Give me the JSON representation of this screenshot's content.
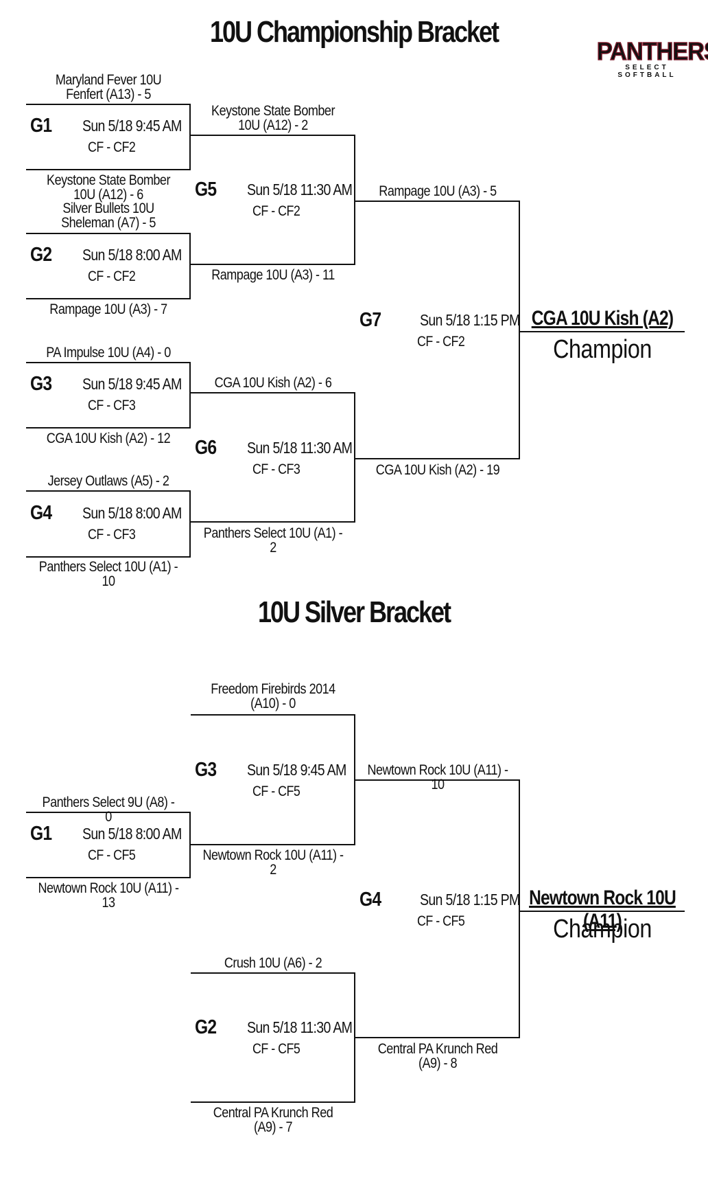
{
  "logo": {
    "word": "PANTHERS",
    "sub": "SELECT SOFTBALL",
    "accent": "#7a1a2a"
  },
  "championship": {
    "title": "10U Championship Bracket",
    "games": {
      "g1": {
        "id": "G1",
        "when": "Sun 5/18  9:45 AM",
        "field": "CF - CF2"
      },
      "g2": {
        "id": "G2",
        "when": "Sun 5/18  8:00 AM",
        "field": "CF - CF2"
      },
      "g3": {
        "id": "G3",
        "when": "Sun 5/18  9:45 AM",
        "field": "CF - CF3"
      },
      "g4": {
        "id": "G4",
        "when": "Sun 5/18  8:00 AM",
        "field": "CF - CF3"
      },
      "g5": {
        "id": "G5",
        "when": "Sun 5/18  11:30 AM",
        "field": "CF - CF2"
      },
      "g6": {
        "id": "G6",
        "when": "Sun 5/18  11:30 AM",
        "field": "CF - CF3"
      },
      "g7": {
        "id": "G7",
        "when": "Sun 5/18  1:15 PM",
        "field": "CF - CF2"
      }
    },
    "teams": {
      "g1_top": "Maryland Fever 10U Fenfert (A13) - 5",
      "g1_bot": "Keystone State Bomber 10U (A12) - 6",
      "g2_top": "Silver Bullets 10U Sheleman (A7) - 5",
      "g2_bot": "Rampage 10U (A3) - 7",
      "g3_top": "PA Impulse 10U (A4) - 0",
      "g3_bot": "CGA 10U Kish (A2) - 12",
      "g4_top": "Jersey Outlaws (A5) - 2",
      "g4_bot": "Panthers Select 10U (A1) - 10",
      "g5_top": "Keystone State Bomber 10U (A12) - 2",
      "g5_bot": "Rampage 10U (A3) - 11",
      "g6_top": "CGA 10U Kish (A2) - 6",
      "g6_bot": "Panthers Select 10U (A1) - 2",
      "g7_top": "Rampage 10U (A3) - 5",
      "g7_bot": "CGA 10U Kish (A2) - 19"
    },
    "champion": {
      "name": "CGA 10U Kish (A2)",
      "label": "Champion"
    }
  },
  "silver": {
    "title": "10U Silver Bracket",
    "games": {
      "g1": {
        "id": "G1",
        "when": "Sun 5/18  8:00 AM",
        "field": "CF - CF5"
      },
      "g2": {
        "id": "G2",
        "when": "Sun 5/18  11:30 AM",
        "field": "CF - CF5"
      },
      "g3": {
        "id": "G3",
        "when": "Sun 5/18  9:45 AM",
        "field": "CF - CF5"
      },
      "g4": {
        "id": "G4",
        "when": "Sun 5/18  1:15 PM",
        "field": "CF - CF5"
      }
    },
    "teams": {
      "g1_top": "Panthers Select 9U (A8) - 0",
      "g1_bot": "Newtown Rock 10U (A11) - 13",
      "g3_top": "Freedom Firebirds 2014 (A10) - 0",
      "g3_bot": "Newtown Rock 10U (A11) - 2",
      "g2_top": "Crush 10U (A6) - 2",
      "g2_bot": "Central PA Krunch Red (A9) - 7",
      "g4_top": "Newtown Rock 10U (A11) - 10",
      "g4_bot": "Central PA Krunch Red (A9) - 8"
    },
    "champion": {
      "name": "Newtown Rock 10U (A11)",
      "label": "Champion"
    }
  }
}
